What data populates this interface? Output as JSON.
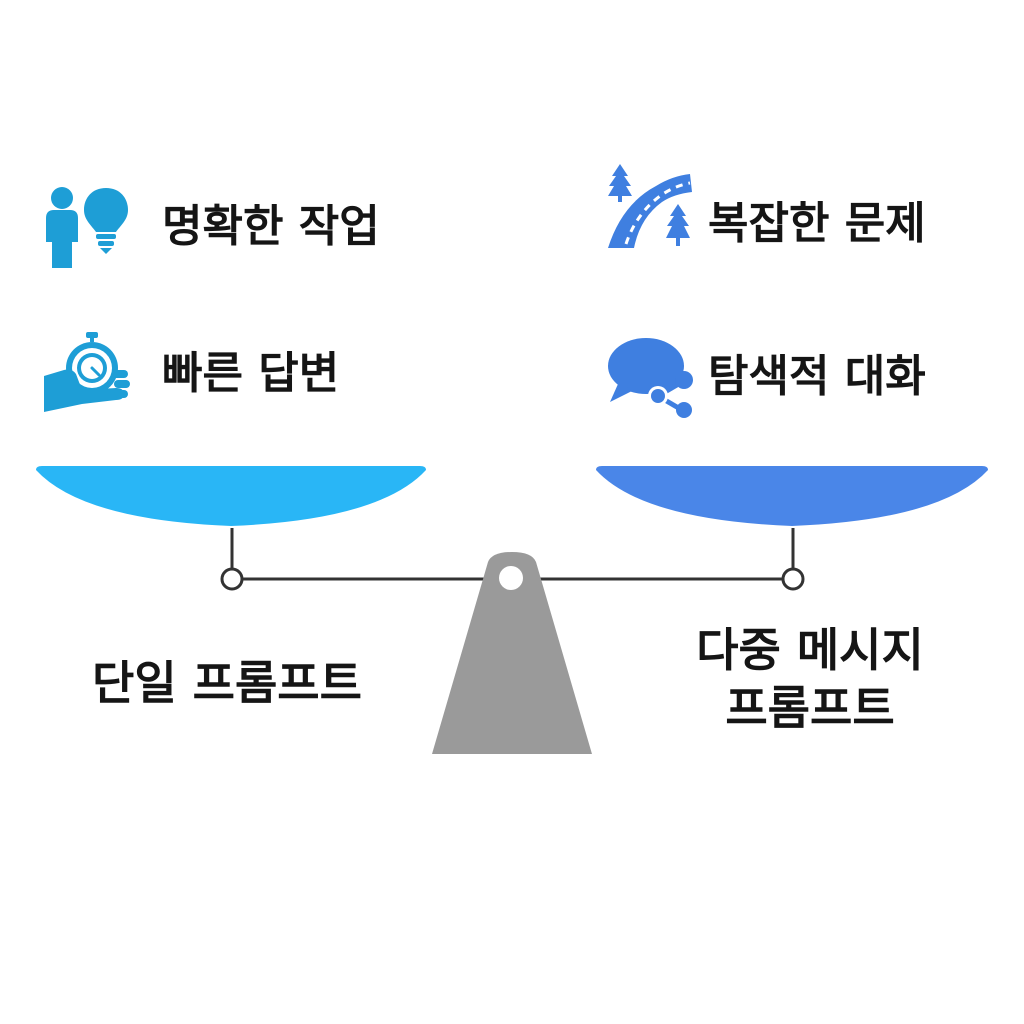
{
  "left": {
    "items": [
      {
        "label": "명확한 작업",
        "icon": "person-lightbulb-icon"
      },
      {
        "label": "빠른 답변",
        "icon": "hand-stopwatch-icon"
      }
    ],
    "caption": "단일 프롬프트",
    "pan_color": "#29B6F6"
  },
  "right": {
    "items": [
      {
        "label": "복잡한 문제",
        "icon": "winding-road-icon"
      },
      {
        "label": "탐색적 대화",
        "icon": "chat-share-icon"
      }
    ],
    "caption_line1": "다중 메시지",
    "caption_line2": "프롬프트",
    "pan_color": "#4A86E8"
  },
  "colors": {
    "left_icon": "#1E9ED6",
    "right_icon": "#3F7FE0",
    "fulcrum": "#9A9A9A",
    "beam": "#333333"
  }
}
